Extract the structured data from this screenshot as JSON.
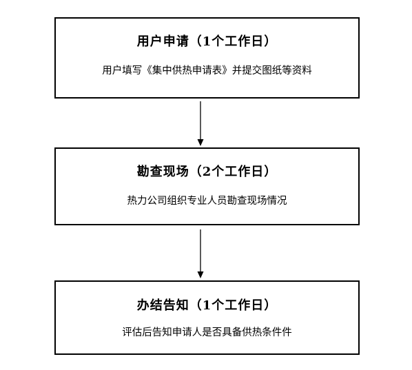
{
  "steps": [
    {
      "title": "用户申请（1个工作日）",
      "description": "用户填写《集中供热申请表》并提交图纸等资料"
    },
    {
      "title": "勘查现场（2个工作日）",
      "description": "热力公司组织专业人员勘查现场情况"
    },
    {
      "title": "办结告知（1个工作日）",
      "description": "评估后告知申请人是否具备供热条件件"
    }
  ],
  "colors": {
    "border": "#000000",
    "text": "#000000",
    "background": "#ffffff"
  },
  "icons": {
    "connector": "arrow-down-icon"
  }
}
